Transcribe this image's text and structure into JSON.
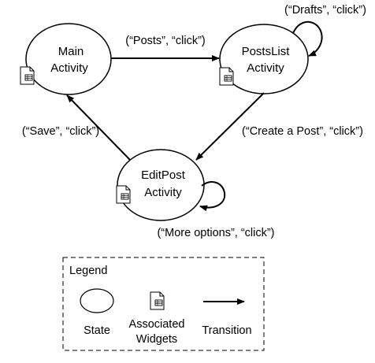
{
  "states": [
    {
      "id": "main",
      "line1": "Main",
      "line2": "Activity"
    },
    {
      "id": "postslist",
      "line1": "PostsList",
      "line2": "Activity"
    },
    {
      "id": "editpost",
      "line1": "EditPost",
      "line2": "Activity"
    }
  ],
  "transitions": [
    {
      "from": "main",
      "to": "postslist",
      "label": "(“Posts”, “click”)"
    },
    {
      "from": "postslist",
      "to": "postslist",
      "label": "(“Drafts”, “click”)"
    },
    {
      "from": "postslist",
      "to": "editpost",
      "label": "(“Create a Post”, “click”)"
    },
    {
      "from": "editpost",
      "to": "main",
      "label": "(“Save”, “click”)"
    },
    {
      "from": "editpost",
      "to": "editpost",
      "label": "(“More options”, “click”)"
    }
  ],
  "legend": {
    "title": "Legend",
    "state": "State",
    "widgets_line1": "Associated",
    "widgets_line2": "Widgets",
    "transition": "Transition"
  },
  "icons": {
    "widget": "document-table-icon"
  },
  "colors": {
    "stroke": "#000000",
    "background": "#ffffff"
  }
}
